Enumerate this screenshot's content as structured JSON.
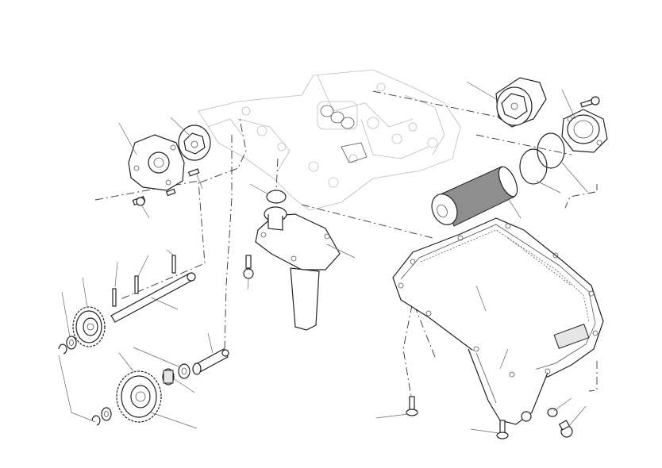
{
  "diagram": {
    "view": "exploded-parts-view",
    "background_color": "#ffffff",
    "line_color": "#222222",
    "filter_element_color": "#8e8e8e",
    "parts": [
      {
        "id": "engine-crankcase",
        "shade": "faint"
      },
      {
        "id": "oil-pump-cover"
      },
      {
        "id": "oil-pump-rotor-small"
      },
      {
        "id": "oil-filter-housing-rotor"
      },
      {
        "id": "oil-filter-cover"
      },
      {
        "id": "o-rings"
      },
      {
        "id": "oil-filter-cartridge"
      },
      {
        "id": "oil-pickup"
      },
      {
        "id": "oil-sump"
      },
      {
        "id": "drive-shaft"
      },
      {
        "id": "gear-small"
      },
      {
        "id": "gear-large"
      },
      {
        "id": "needle-bearing"
      },
      {
        "id": "short-shaft"
      },
      {
        "id": "circlips"
      },
      {
        "id": "washers"
      },
      {
        "id": "bolts"
      },
      {
        "id": "drain-plug"
      }
    ]
  }
}
